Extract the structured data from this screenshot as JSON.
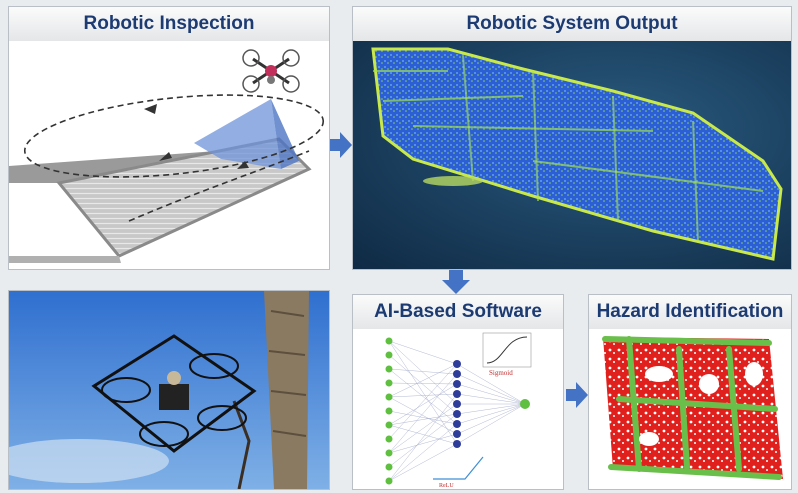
{
  "panels": {
    "inspection": {
      "title": "Robotic Inspection"
    },
    "output": {
      "title": "Robotic System Output"
    },
    "software": {
      "title": "AI-Based Software",
      "sigmoid_label": "Sigmoid",
      "relu_label": "ReLU"
    },
    "hazard": {
      "title": "Hazard Identification"
    }
  },
  "colors": {
    "title_text": "#1d3b73",
    "flow_arrow": "#4472c4",
    "pointcloud_bg": "#1a3d5c",
    "pointcloud_fill": "#2b5fd1",
    "pointcloud_edge": "#c9e84a",
    "hazard_red": "#e0201c",
    "hazard_green": "#6abf4b",
    "sky": "#3d7fd6"
  },
  "icons": [
    "drone-icon",
    "drone-photo",
    "point-cloud",
    "neural-network",
    "hazard-map"
  ]
}
